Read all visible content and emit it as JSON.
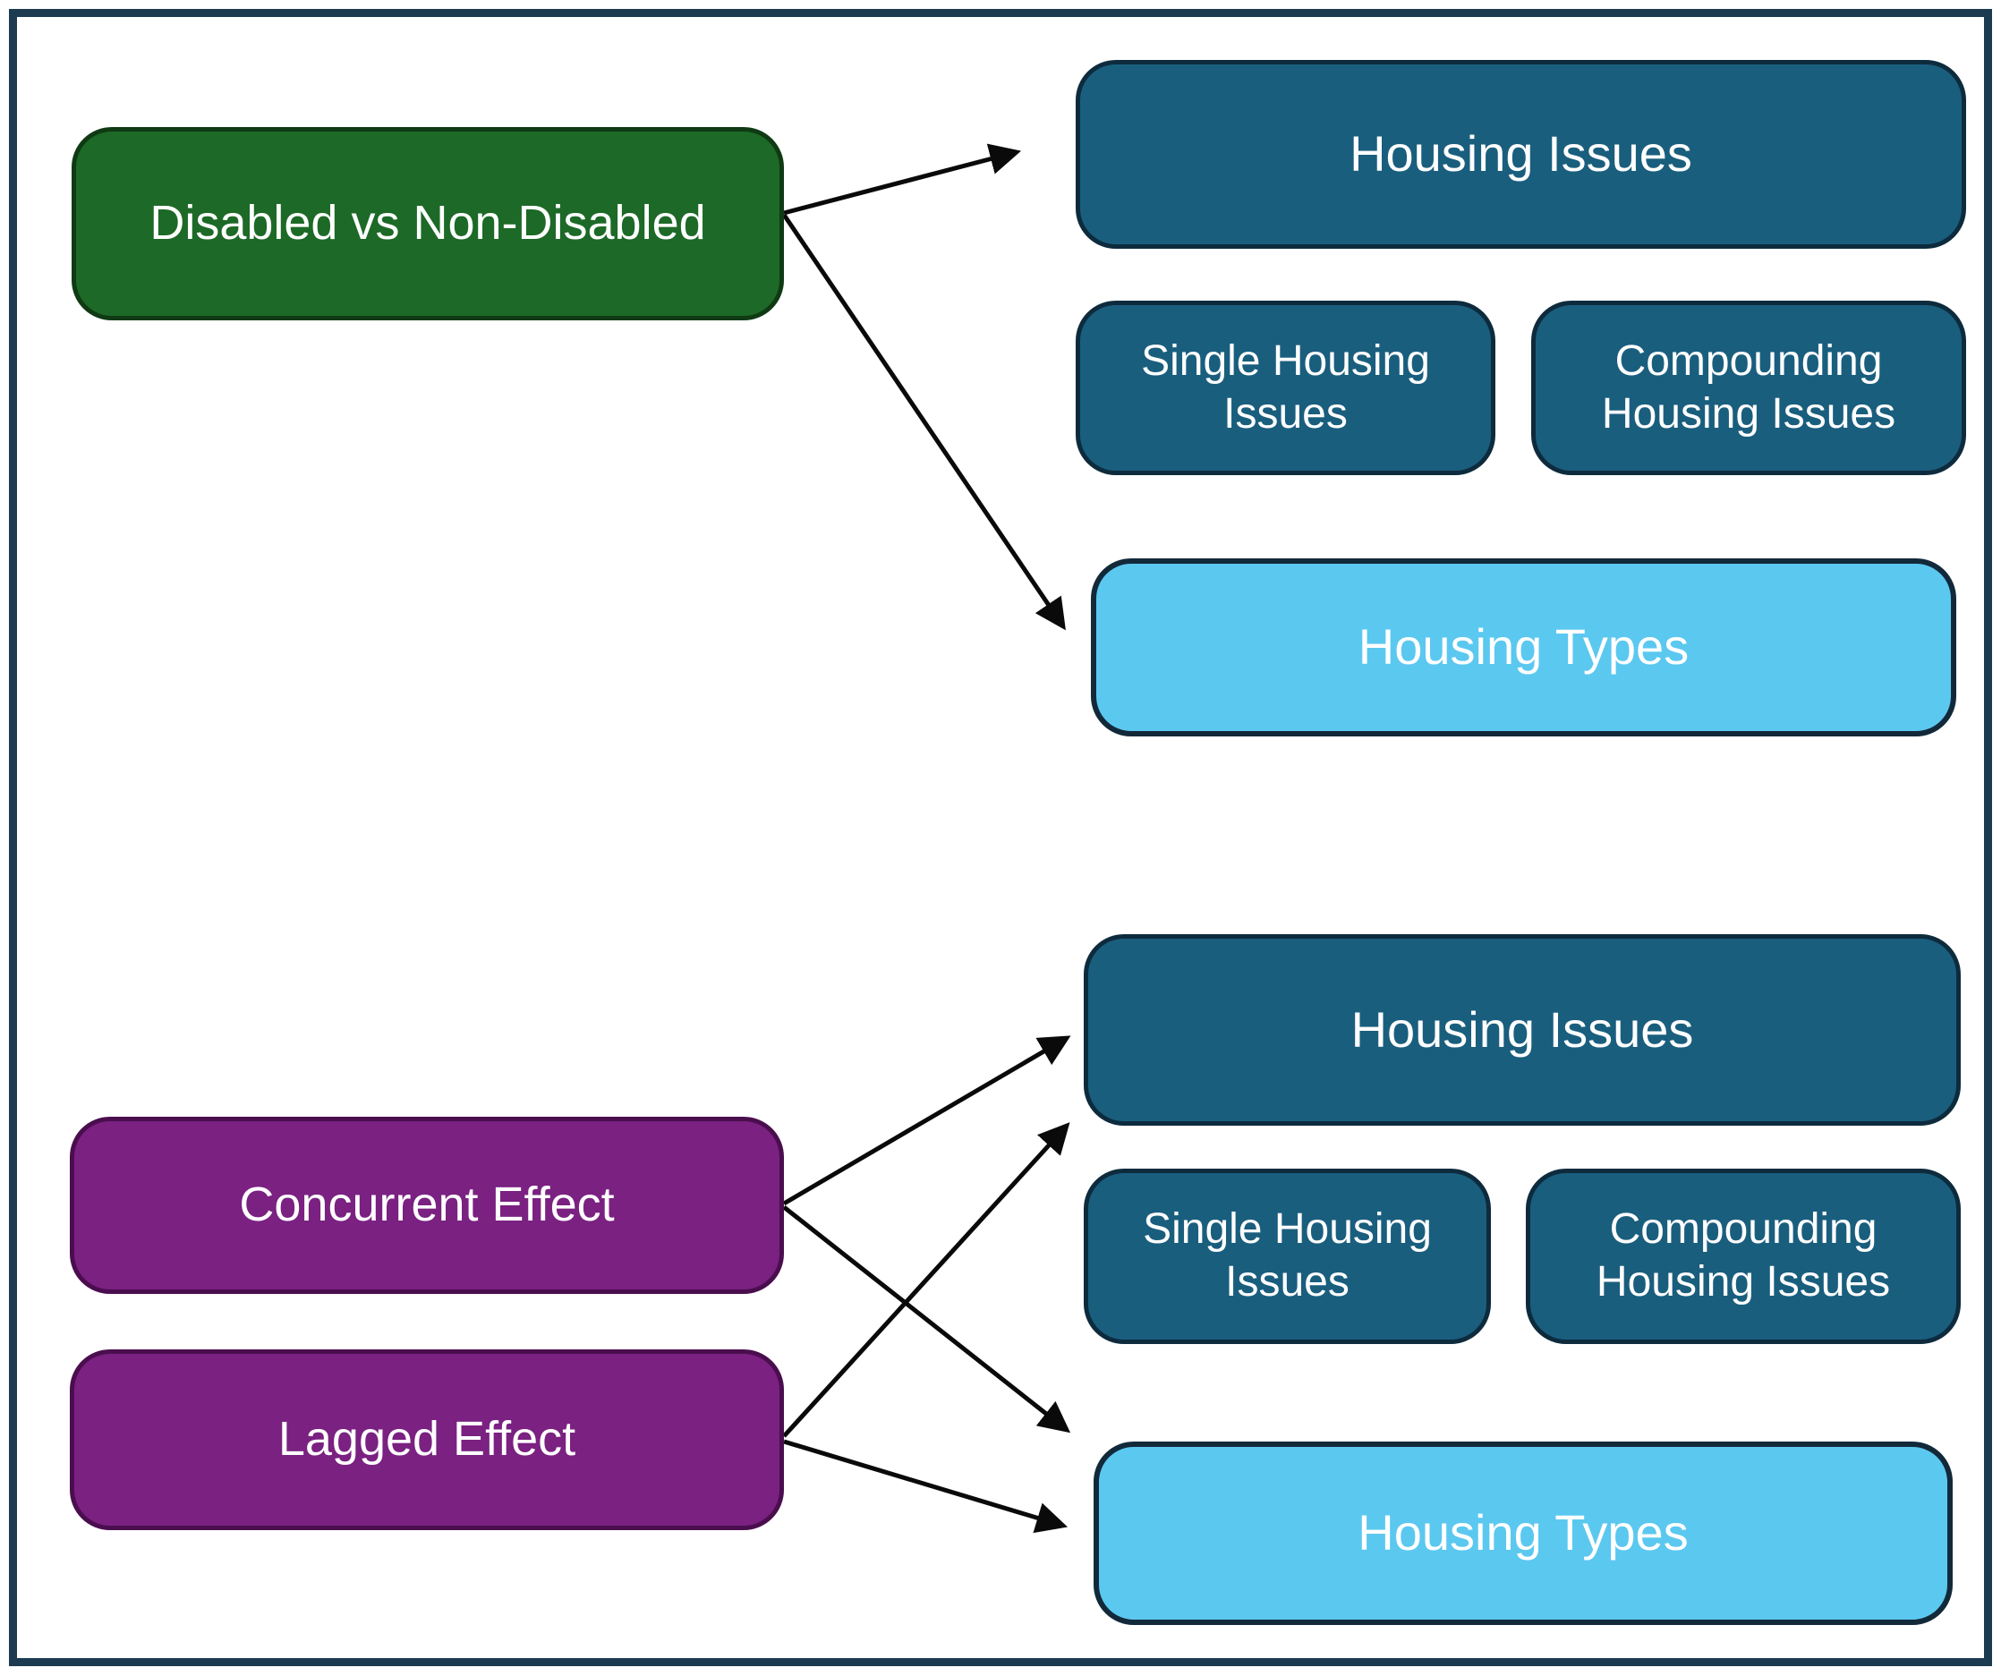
{
  "palette": {
    "background": "#FFFFFF",
    "frame": "#1C3A50",
    "green": "#1D6927",
    "green-border": "#0F3A14",
    "purple": "#7A2181",
    "purple-border": "#4A0E4E",
    "dark-blue": "#1A5E7E",
    "dark-blue-border": "#0D2B3D",
    "light-blue": "#5BC8F0",
    "light-blue-border": "#12293A",
    "arrow": "#0A0A0A",
    "text": "#FFFFFF"
  },
  "nodes": {
    "disabled": {
      "label": "Disabled vs Non-Disabled"
    },
    "housing_issues_top": {
      "label": "Housing Issues"
    },
    "single_housing_issues_top": {
      "label": "Single Housing Issues"
    },
    "compounding_housing_issues_top": {
      "label": "Compounding Housing Issues"
    },
    "housing_types_top": {
      "label": "Housing Types"
    },
    "concurrent": {
      "label": "Concurrent Effect"
    },
    "lagged": {
      "label": "Lagged Effect"
    },
    "housing_issues_bottom": {
      "label": "Housing Issues"
    },
    "single_housing_issues_bottom": {
      "label": "Single Housing Issues"
    },
    "compounding_housing_issues_bottom": {
      "label": "Compounding Housing Issues"
    },
    "housing_types_bottom": {
      "label": "Housing Types"
    }
  },
  "edges": [
    {
      "from": "Disabled vs Non-Disabled",
      "to": "Housing Issues (top)"
    },
    {
      "from": "Disabled vs Non-Disabled",
      "to": "Housing Types (top)"
    },
    {
      "from": "Concurrent Effect",
      "to": "Housing Issues (bottom)"
    },
    {
      "from": "Concurrent Effect",
      "to": "Housing Types (bottom)"
    },
    {
      "from": "Lagged Effect",
      "to": "Housing Issues (bottom)"
    },
    {
      "from": "Lagged Effect",
      "to": "Housing Types (bottom)"
    }
  ]
}
